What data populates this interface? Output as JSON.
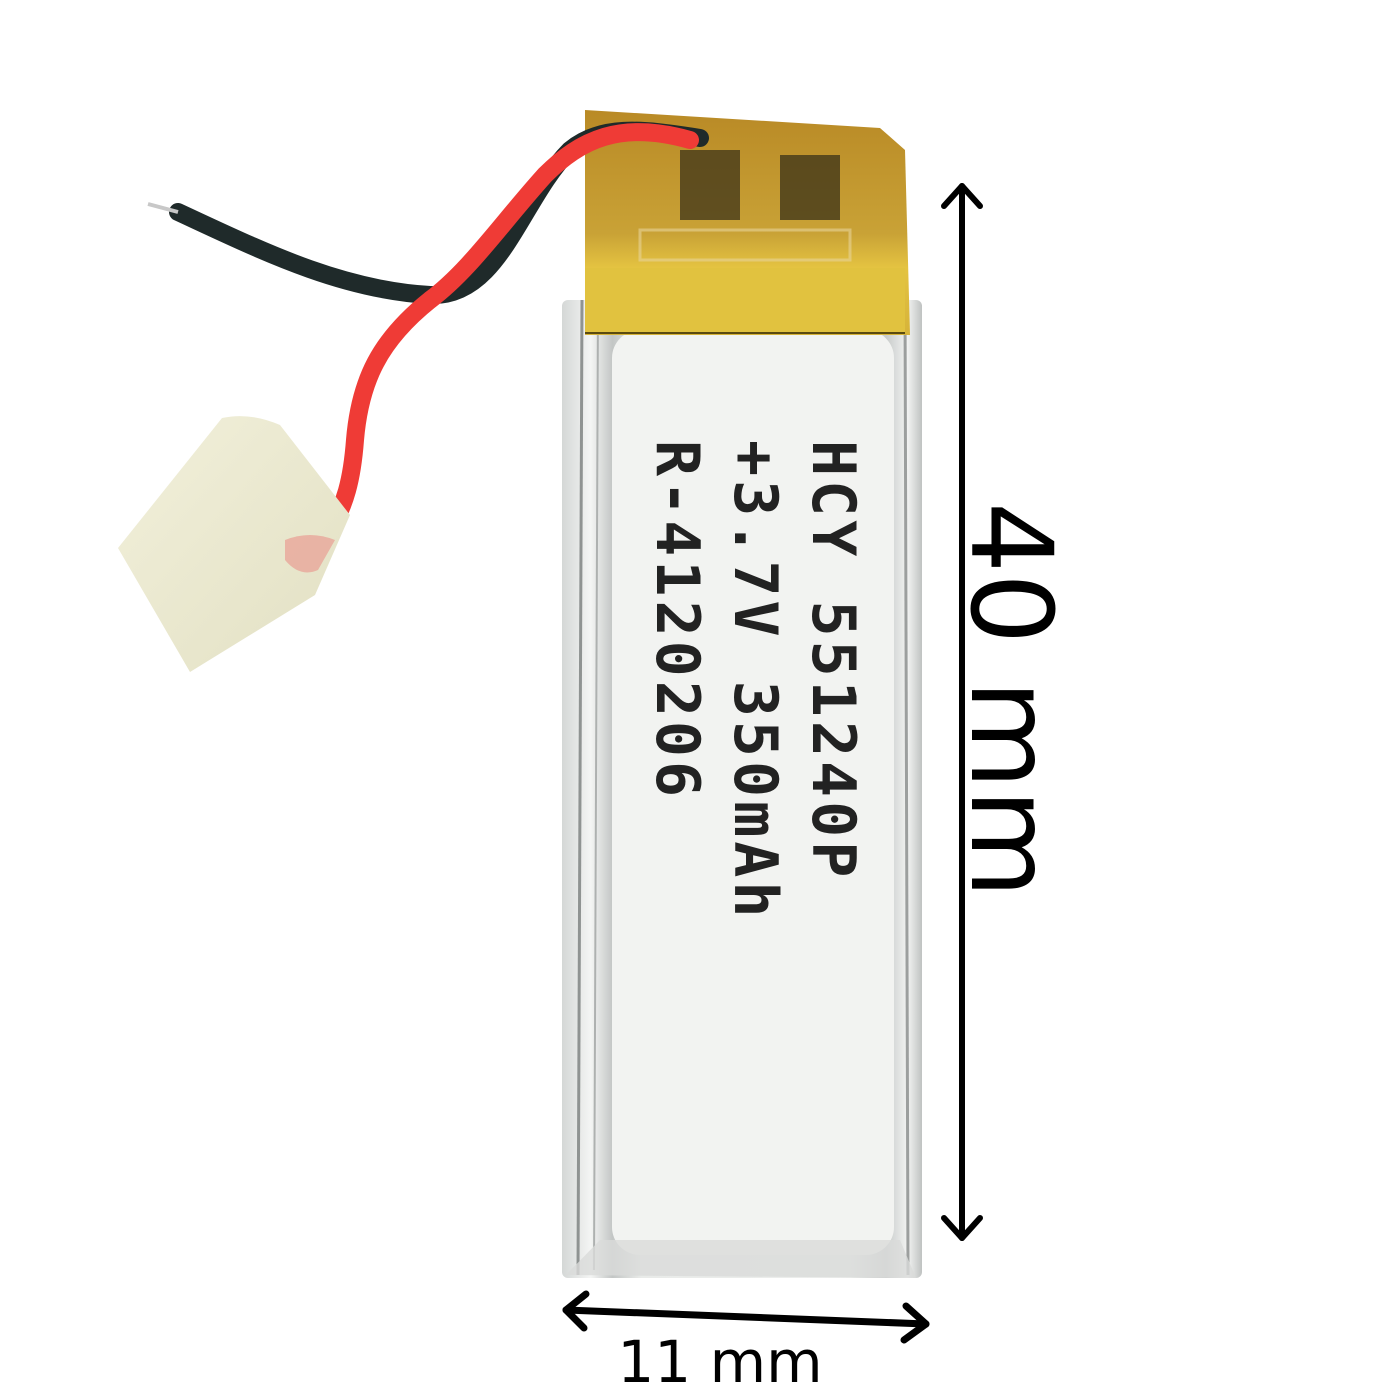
{
  "image": {
    "subject": "Lithium polymer battery",
    "background_color": "#ffffff"
  },
  "battery": {
    "label_lines": [
      "HCY 551240P",
      "+3.7V 350mAh",
      "R-4120206"
    ],
    "colors": {
      "body_silver": "#e6e8e6",
      "body_edge": "#b9bcbb",
      "kapton_tape": "#d9b23a",
      "pcm_tape": "#c99a2e",
      "red_wire": "#ef3b36",
      "black_wire": "#1f2a2a",
      "connector_tab": "#ecebd2"
    }
  },
  "dimensions": {
    "height_label": "40 mm",
    "width_label": "11 mm",
    "arrow_color": "#000000"
  }
}
